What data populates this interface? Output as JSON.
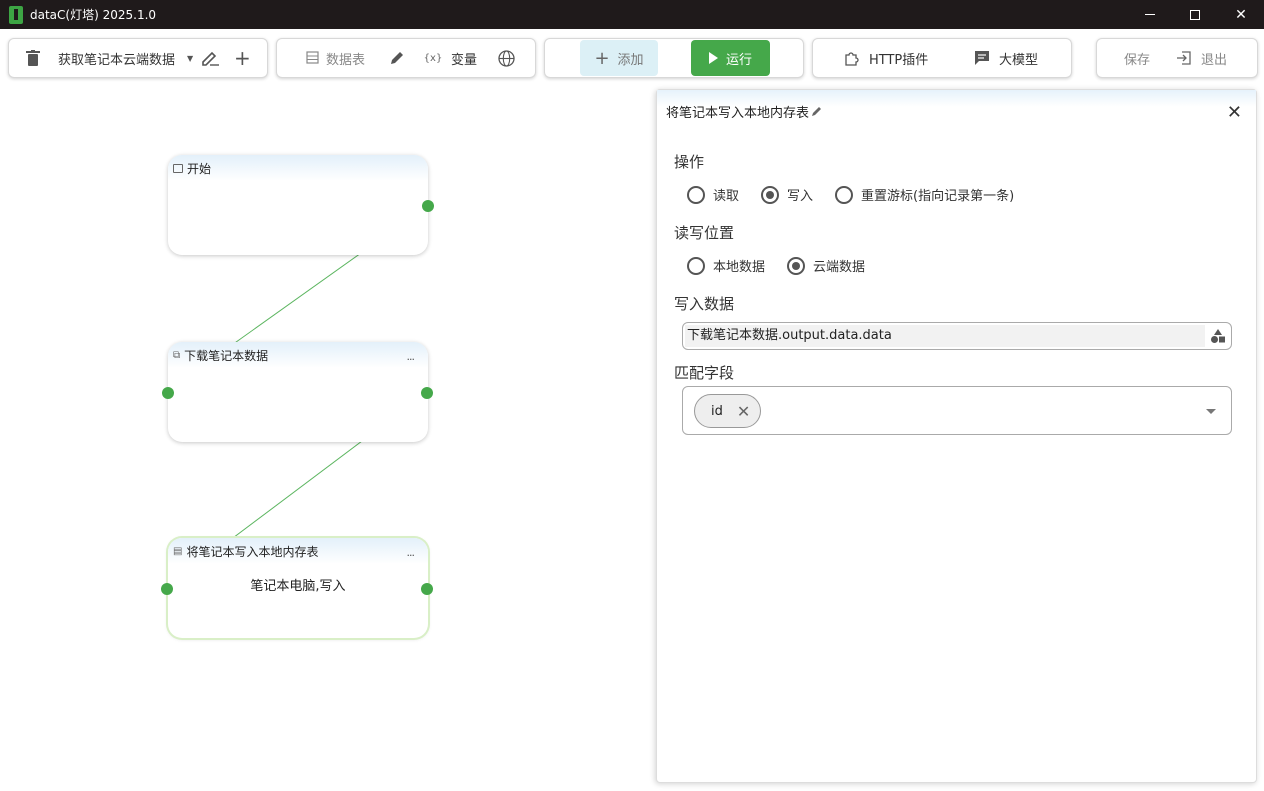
{
  "window": {
    "title": "dataC(灯塔) 2025.1.0"
  },
  "toolbar": {
    "workflow_name": "获取笔记本云端数据",
    "datatable_label": "数据表",
    "variable_label": "变量",
    "add_label": "添加",
    "run_label": "运行",
    "http_plugin_label": "HTTP插件",
    "llm_label": "大模型",
    "save_label": "保存",
    "exit_label": "退出"
  },
  "nodes": [
    {
      "title": "开始",
      "body": ""
    },
    {
      "title": "下载笔记本数据",
      "body": ""
    },
    {
      "title": "将笔记本写入本地内存表",
      "body": "笔记本电脑,写入"
    }
  ],
  "panel": {
    "title": "将笔记本写入本地内存表",
    "operation": {
      "label": "操作",
      "options": [
        "读取",
        "写入",
        "重置游标(指向记录第一条)"
      ],
      "selected": "写入"
    },
    "location": {
      "label": "读写位置",
      "options": [
        "本地数据",
        "云端数据"
      ],
      "selected": "云端数据"
    },
    "write_data": {
      "label": "写入数据",
      "value": "下载笔记本数据.output.data.data"
    },
    "match_field": {
      "label": "匹配字段",
      "chips": [
        "id"
      ]
    }
  },
  "colors": {
    "accent": "#45a84a",
    "add_bg": "#dcf0f6",
    "titlebar": "#1f1a1b"
  }
}
